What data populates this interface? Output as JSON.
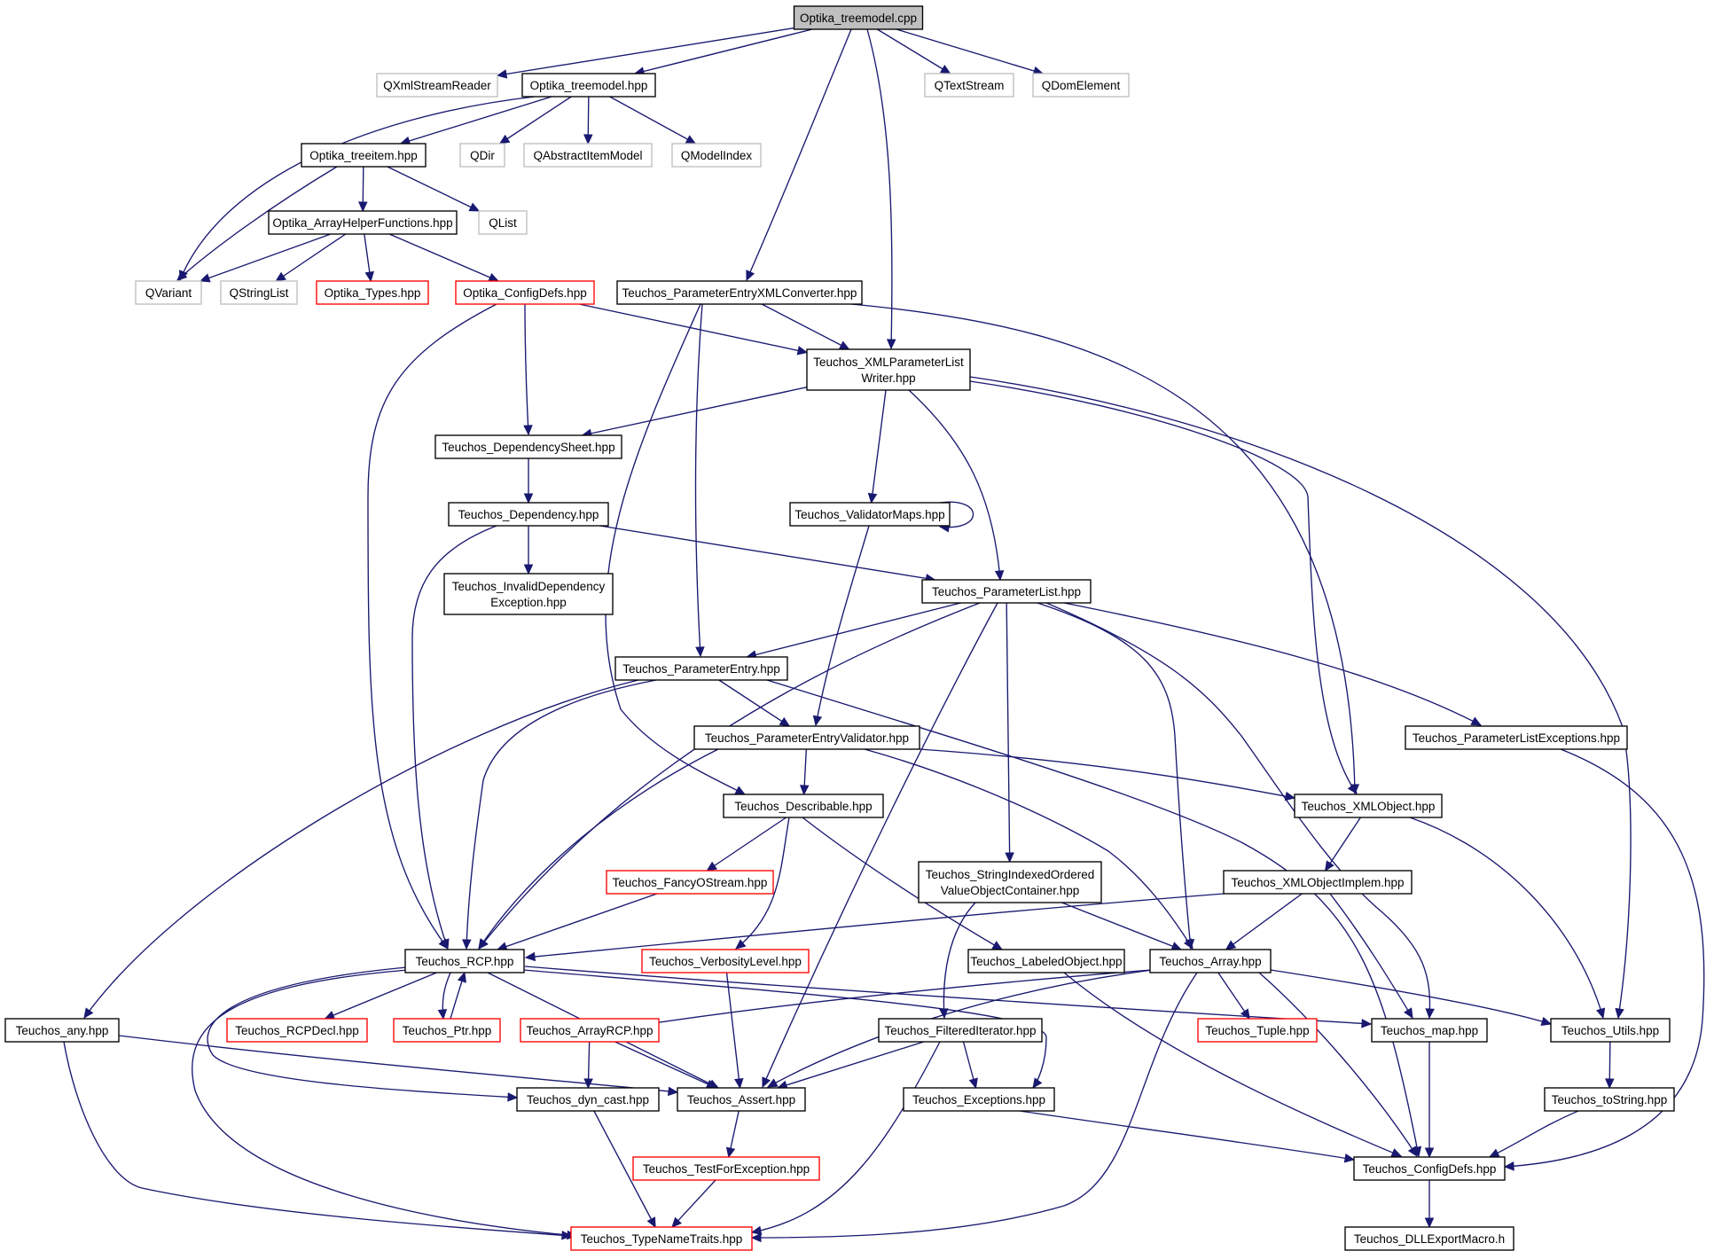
{
  "colors": {
    "edge": "#191970",
    "border_normal": "#000000",
    "border_truncated": "#ff0000",
    "border_external": "#bfbfbf",
    "root_fill": "#bfbfbf",
    "node_fill": "#ffffff"
  },
  "nodes": [
    {
      "id": "optika_treemodel_cpp",
      "label": [
        "Optika_treemodel.cpp"
      ],
      "kind": "root"
    },
    {
      "id": "qxmlstreamreader",
      "label": [
        "QXmlStreamReader"
      ],
      "kind": "external"
    },
    {
      "id": "optika_treemodel_hpp",
      "label": [
        "Optika_treemodel.hpp"
      ],
      "kind": "normal"
    },
    {
      "id": "qtextstream",
      "label": [
        "QTextStream"
      ],
      "kind": "external"
    },
    {
      "id": "qdomelement",
      "label": [
        "QDomElement"
      ],
      "kind": "external"
    },
    {
      "id": "optika_treeitem_hpp",
      "label": [
        "Optika_treeitem.hpp"
      ],
      "kind": "normal"
    },
    {
      "id": "qdir",
      "label": [
        "QDir"
      ],
      "kind": "external"
    },
    {
      "id": "qabstractitemmodel",
      "label": [
        "QAbstractItemModel"
      ],
      "kind": "external"
    },
    {
      "id": "qmodelindex",
      "label": [
        "QModelIndex"
      ],
      "kind": "external"
    },
    {
      "id": "optika_arrayhelperfunctions_hpp",
      "label": [
        "Optika_ArrayHelperFunctions.hpp"
      ],
      "kind": "normal"
    },
    {
      "id": "qlist",
      "label": [
        "QList"
      ],
      "kind": "external"
    },
    {
      "id": "qvariant",
      "label": [
        "QVariant"
      ],
      "kind": "external"
    },
    {
      "id": "qstringlist",
      "label": [
        "QStringList"
      ],
      "kind": "external"
    },
    {
      "id": "optika_types_hpp",
      "label": [
        "Optika_Types.hpp"
      ],
      "kind": "truncated"
    },
    {
      "id": "optika_configdefs_hpp",
      "label": [
        "Optika_ConfigDefs.hpp"
      ],
      "kind": "truncated"
    },
    {
      "id": "teuchos_parameterentryxmlconverter_hpp",
      "label": [
        "Teuchos_ParameterEntryXMLConverter.hpp"
      ],
      "kind": "normal"
    },
    {
      "id": "teuchos_xmlparameterlistwriter_hpp",
      "label": [
        "Teuchos_XMLParameterList",
        "Writer.hpp"
      ],
      "kind": "normal"
    },
    {
      "id": "teuchos_dependencysheet_hpp",
      "label": [
        "Teuchos_DependencySheet.hpp"
      ],
      "kind": "normal"
    },
    {
      "id": "teuchos_dependency_hpp",
      "label": [
        "Teuchos_Dependency.hpp"
      ],
      "kind": "normal"
    },
    {
      "id": "teuchos_validatormaps_hpp",
      "label": [
        "Teuchos_ValidatorMaps.hpp"
      ],
      "kind": "normal"
    },
    {
      "id": "teuchos_invaliddependencyexception_hpp",
      "label": [
        "Teuchos_InvalidDependency",
        "Exception.hpp"
      ],
      "kind": "normal"
    },
    {
      "id": "teuchos_parameterlist_hpp",
      "label": [
        "Teuchos_ParameterList.hpp"
      ],
      "kind": "normal"
    },
    {
      "id": "teuchos_parameterentry_hpp",
      "label": [
        "Teuchos_ParameterEntry.hpp"
      ],
      "kind": "normal"
    },
    {
      "id": "teuchos_parameterentryvalidator_hpp",
      "label": [
        "Teuchos_ParameterEntryValidator.hpp"
      ],
      "kind": "normal"
    },
    {
      "id": "teuchos_parameterlistexceptions_hpp",
      "label": [
        "Teuchos_ParameterListExceptions.hpp"
      ],
      "kind": "normal"
    },
    {
      "id": "teuchos_describable_hpp",
      "label": [
        "Teuchos_Describable.hpp"
      ],
      "kind": "normal"
    },
    {
      "id": "teuchos_xmlobject_hpp",
      "label": [
        "Teuchos_XMLObject.hpp"
      ],
      "kind": "normal"
    },
    {
      "id": "teuchos_fancyostream_hpp",
      "label": [
        "Teuchos_FancyOStream.hpp"
      ],
      "kind": "truncated"
    },
    {
      "id": "teuchos_stringindexedorderedvalueobjectcontainer_hpp",
      "label": [
        "Teuchos_StringIndexedOrdered",
        "ValueObjectContainer.hpp"
      ],
      "kind": "normal"
    },
    {
      "id": "teuchos_xmlobjectimplem_hpp",
      "label": [
        "Teuchos_XMLObjectImplem.hpp"
      ],
      "kind": "normal"
    },
    {
      "id": "teuchos_rcp_hpp",
      "label": [
        "Teuchos_RCP.hpp"
      ],
      "kind": "normal"
    },
    {
      "id": "teuchos_verbositylevel_hpp",
      "label": [
        "Teuchos_VerbosityLevel.hpp"
      ],
      "kind": "truncated"
    },
    {
      "id": "teuchos_labeledobject_hpp",
      "label": [
        "Teuchos_LabeledObject.hpp"
      ],
      "kind": "normal"
    },
    {
      "id": "teuchos_array_hpp",
      "label": [
        "Teuchos_Array.hpp"
      ],
      "kind": "normal"
    },
    {
      "id": "teuchos_any_hpp",
      "label": [
        "Teuchos_any.hpp"
      ],
      "kind": "normal"
    },
    {
      "id": "teuchos_rcpdecl_hpp",
      "label": [
        "Teuchos_RCPDecl.hpp"
      ],
      "kind": "truncated"
    },
    {
      "id": "teuchos_ptr_hpp",
      "label": [
        "Teuchos_Ptr.hpp"
      ],
      "kind": "truncated"
    },
    {
      "id": "teuchos_arrayrcp_hpp",
      "label": [
        "Teuchos_ArrayRCP.hpp"
      ],
      "kind": "truncated"
    },
    {
      "id": "teuchos_filterediterator_hpp",
      "label": [
        "Teuchos_FilteredIterator.hpp"
      ],
      "kind": "normal"
    },
    {
      "id": "teuchos_tuple_hpp",
      "label": [
        "Teuchos_Tuple.hpp"
      ],
      "kind": "truncated"
    },
    {
      "id": "teuchos_map_hpp",
      "label": [
        "Teuchos_map.hpp"
      ],
      "kind": "normal"
    },
    {
      "id": "teuchos_utils_hpp",
      "label": [
        "Teuchos_Utils.hpp"
      ],
      "kind": "normal"
    },
    {
      "id": "teuchos_dyn_cast_hpp",
      "label": [
        "Teuchos_dyn_cast.hpp"
      ],
      "kind": "normal"
    },
    {
      "id": "teuchos_assert_hpp",
      "label": [
        "Teuchos_Assert.hpp"
      ],
      "kind": "normal"
    },
    {
      "id": "teuchos_exceptions_hpp",
      "label": [
        "Teuchos_Exceptions.hpp"
      ],
      "kind": "normal"
    },
    {
      "id": "teuchos_tostring_hpp",
      "label": [
        "Teuchos_toString.hpp"
      ],
      "kind": "normal"
    },
    {
      "id": "teuchos_testforexception_hpp",
      "label": [
        "Teuchos_TestForException.hpp"
      ],
      "kind": "truncated"
    },
    {
      "id": "teuchos_configdefs_hpp",
      "label": [
        "Teuchos_ConfigDefs.hpp"
      ],
      "kind": "normal"
    },
    {
      "id": "teuchos_typenametraits_hpp",
      "label": [
        "Teuchos_TypeNameTraits.hpp"
      ],
      "kind": "truncated"
    },
    {
      "id": "teuchos_dllexportmacro_h",
      "label": [
        "Teuchos_DLLExportMacro.h"
      ],
      "kind": "normal"
    }
  ],
  "edges": [
    {
      "from": "optika_treemodel_cpp",
      "to": "qxmlstreamreader"
    },
    {
      "from": "optika_treemodel_cpp",
      "to": "optika_treemodel_hpp"
    },
    {
      "from": "optika_treemodel_cpp",
      "to": "teuchos_parameterentryxmlconverter_hpp"
    },
    {
      "from": "optika_treemodel_cpp",
      "to": "teuchos_xmlparameterlistwriter_hpp"
    },
    {
      "from": "optika_treemodel_cpp",
      "to": "qtextstream"
    },
    {
      "from": "optika_treemodel_cpp",
      "to": "qdomelement"
    },
    {
      "from": "optika_treemodel_hpp",
      "to": "optika_treeitem_hpp"
    },
    {
      "from": "optika_treemodel_hpp",
      "to": "qdir"
    },
    {
      "from": "optika_treemodel_hpp",
      "to": "qabstractitemmodel"
    },
    {
      "from": "optika_treemodel_hpp",
      "to": "qmodelindex"
    },
    {
      "from": "optika_treemodel_hpp",
      "to": "qvariant"
    },
    {
      "from": "optika_treeitem_hpp",
      "to": "optika_arrayhelperfunctions_hpp"
    },
    {
      "from": "optika_treeitem_hpp",
      "to": "qlist"
    },
    {
      "from": "optika_treeitem_hpp",
      "to": "qvariant"
    },
    {
      "from": "optika_arrayhelperfunctions_hpp",
      "to": "qvariant"
    },
    {
      "from": "optika_arrayhelperfunctions_hpp",
      "to": "qstringlist"
    },
    {
      "from": "optika_arrayhelperfunctions_hpp",
      "to": "optika_types_hpp"
    },
    {
      "from": "optika_arrayhelperfunctions_hpp",
      "to": "optika_configdefs_hpp"
    },
    {
      "from": "optika_configdefs_hpp",
      "to": "teuchos_xmlparameterlistwriter_hpp"
    },
    {
      "from": "optika_configdefs_hpp",
      "to": "teuchos_dependencysheet_hpp"
    },
    {
      "from": "optika_configdefs_hpp",
      "to": "teuchos_rcp_hpp"
    },
    {
      "from": "teuchos_parameterentryxmlconverter_hpp",
      "to": "teuchos_xmlparameterlistwriter_hpp"
    },
    {
      "from": "teuchos_parameterentryxmlconverter_hpp",
      "to": "teuchos_xmlobject_hpp"
    },
    {
      "from": "teuchos_parameterentryxmlconverter_hpp",
      "to": "teuchos_parameterentry_hpp"
    },
    {
      "from": "teuchos_parameterentryxmlconverter_hpp",
      "to": "teuchos_describable_hpp"
    },
    {
      "from": "teuchos_xmlparameterlistwriter_hpp",
      "to": "teuchos_dependencysheet_hpp"
    },
    {
      "from": "teuchos_xmlparameterlistwriter_hpp",
      "to": "teuchos_validatormaps_hpp"
    },
    {
      "from": "teuchos_xmlparameterlistwriter_hpp",
      "to": "teuchos_parameterlist_hpp"
    },
    {
      "from": "teuchos_xmlparameterlistwriter_hpp",
      "to": "teuchos_xmlobject_hpp"
    },
    {
      "from": "teuchos_xmlparameterlistwriter_hpp",
      "to": "teuchos_utils_hpp"
    },
    {
      "from": "teuchos_dependencysheet_hpp",
      "to": "teuchos_dependency_hpp"
    },
    {
      "from": "teuchos_dependency_hpp",
      "to": "teuchos_invaliddependencyexception_hpp"
    },
    {
      "from": "teuchos_dependency_hpp",
      "to": "teuchos_parameterlist_hpp"
    },
    {
      "from": "teuchos_dependency_hpp",
      "to": "teuchos_rcp_hpp"
    },
    {
      "from": "teuchos_validatormaps_hpp",
      "to": "teuchos_validatormaps_hpp"
    },
    {
      "from": "teuchos_validatormaps_hpp",
      "to": "teuchos_parameterentryvalidator_hpp"
    },
    {
      "from": "teuchos_parameterlist_hpp",
      "to": "teuchos_parameterentry_hpp"
    },
    {
      "from": "teuchos_parameterlist_hpp",
      "to": "teuchos_rcp_hpp"
    },
    {
      "from": "teuchos_parameterlist_hpp",
      "to": "teuchos_assert_hpp"
    },
    {
      "from": "teuchos_parameterlist_hpp",
      "to": "teuchos_stringindexedorderedvalueobjectcontainer_hpp"
    },
    {
      "from": "teuchos_parameterlist_hpp",
      "to": "teuchos_array_hpp"
    },
    {
      "from": "teuchos_parameterlist_hpp",
      "to": "teuchos_map_hpp"
    },
    {
      "from": "teuchos_parameterlist_hpp",
      "to": "teuchos_parameterlistexceptions_hpp"
    },
    {
      "from": "teuchos_parameterentry_hpp",
      "to": "teuchos_parameterentryvalidator_hpp"
    },
    {
      "from": "teuchos_parameterentry_hpp",
      "to": "teuchos_rcp_hpp"
    },
    {
      "from": "teuchos_parameterentry_hpp",
      "to": "teuchos_any_hpp"
    },
    {
      "from": "teuchos_parameterentry_hpp",
      "to": "teuchos_configdefs_hpp"
    },
    {
      "from": "teuchos_parameterentryvalidator_hpp",
      "to": "teuchos_describable_hpp"
    },
    {
      "from": "teuchos_parameterentryvalidator_hpp",
      "to": "teuchos_xmlobject_hpp"
    },
    {
      "from": "teuchos_parameterentryvalidator_hpp",
      "to": "teuchos_rcp_hpp"
    },
    {
      "from": "teuchos_parameterentryvalidator_hpp",
      "to": "teuchos_array_hpp"
    },
    {
      "from": "teuchos_parameterlistexceptions_hpp",
      "to": "teuchos_configdefs_hpp"
    },
    {
      "from": "teuchos_describable_hpp",
      "to": "teuchos_fancyostream_hpp"
    },
    {
      "from": "teuchos_describable_hpp",
      "to": "teuchos_verbositylevel_hpp"
    },
    {
      "from": "teuchos_describable_hpp",
      "to": "teuchos_labeledobject_hpp"
    },
    {
      "from": "teuchos_xmlobject_hpp",
      "to": "teuchos_xmlobjectimplem_hpp"
    },
    {
      "from": "teuchos_xmlobject_hpp",
      "to": "teuchos_utils_hpp"
    },
    {
      "from": "teuchos_fancyostream_hpp",
      "to": "teuchos_rcp_hpp"
    },
    {
      "from": "teuchos_stringindexedorderedvalueobjectcontainer_hpp",
      "to": "teuchos_array_hpp"
    },
    {
      "from": "teuchos_stringindexedorderedvalueobjectcontainer_hpp",
      "to": "teuchos_filterediterator_hpp"
    },
    {
      "from": "teuchos_xmlobjectimplem_hpp",
      "to": "teuchos_rcp_hpp"
    },
    {
      "from": "teuchos_xmlobjectimplem_hpp",
      "to": "teuchos_array_hpp"
    },
    {
      "from": "teuchos_xmlobjectimplem_hpp",
      "to": "teuchos_map_hpp"
    },
    {
      "from": "teuchos_rcp_hpp",
      "to": "teuchos_rcpdecl_hpp"
    },
    {
      "from": "teuchos_rcp_hpp",
      "to": "teuchos_ptr_hpp"
    },
    {
      "from": "teuchos_ptr_hpp",
      "to": "teuchos_rcp_hpp"
    },
    {
      "from": "teuchos_rcp_hpp",
      "to": "teuchos_assert_hpp"
    },
    {
      "from": "teuchos_rcp_hpp",
      "to": "teuchos_dyn_cast_hpp"
    },
    {
      "from": "teuchos_rcp_hpp",
      "to": "teuchos_exceptions_hpp"
    },
    {
      "from": "teuchos_rcp_hpp",
      "to": "teuchos_map_hpp"
    },
    {
      "from": "teuchos_rcp_hpp",
      "to": "teuchos_typenametraits_hpp"
    },
    {
      "from": "teuchos_verbositylevel_hpp",
      "to": "teuchos_assert_hpp"
    },
    {
      "from": "teuchos_labeledobject_hpp",
      "to": "teuchos_configdefs_hpp"
    },
    {
      "from": "teuchos_array_hpp",
      "to": "teuchos_arrayrcp_hpp"
    },
    {
      "from": "teuchos_array_hpp",
      "to": "teuchos_assert_hpp"
    },
    {
      "from": "teuchos_array_hpp",
      "to": "teuchos_tuple_hpp"
    },
    {
      "from": "teuchos_array_hpp",
      "to": "teuchos_utils_hpp"
    },
    {
      "from": "teuchos_array_hpp",
      "to": "teuchos_configdefs_hpp"
    },
    {
      "from": "teuchos_array_hpp",
      "to": "teuchos_typenametraits_hpp"
    },
    {
      "from": "teuchos_any_hpp",
      "to": "teuchos_assert_hpp"
    },
    {
      "from": "teuchos_any_hpp",
      "to": "teuchos_typenametraits_hpp"
    },
    {
      "from": "teuchos_arrayrcp_hpp",
      "to": "teuchos_dyn_cast_hpp"
    },
    {
      "from": "teuchos_arrayrcp_hpp",
      "to": "teuchos_assert_hpp"
    },
    {
      "from": "teuchos_filterediterator_hpp",
      "to": "teuchos_assert_hpp"
    },
    {
      "from": "teuchos_filterediterator_hpp",
      "to": "teuchos_exceptions_hpp"
    },
    {
      "from": "teuchos_filterediterator_hpp",
      "to": "teuchos_typenametraits_hpp"
    },
    {
      "from": "teuchos_map_hpp",
      "to": "teuchos_configdefs_hpp"
    },
    {
      "from": "teuchos_utils_hpp",
      "to": "teuchos_tostring_hpp"
    },
    {
      "from": "teuchos_dyn_cast_hpp",
      "to": "teuchos_typenametraits_hpp"
    },
    {
      "from": "teuchos_assert_hpp",
      "to": "teuchos_testforexception_hpp"
    },
    {
      "from": "teuchos_exceptions_hpp",
      "to": "teuchos_configdefs_hpp"
    },
    {
      "from": "teuchos_tostring_hpp",
      "to": "teuchos_configdefs_hpp"
    },
    {
      "from": "teuchos_testforexception_hpp",
      "to": "teuchos_typenametraits_hpp"
    },
    {
      "from": "teuchos_configdefs_hpp",
      "to": "teuchos_dllexportmacro_h"
    }
  ]
}
